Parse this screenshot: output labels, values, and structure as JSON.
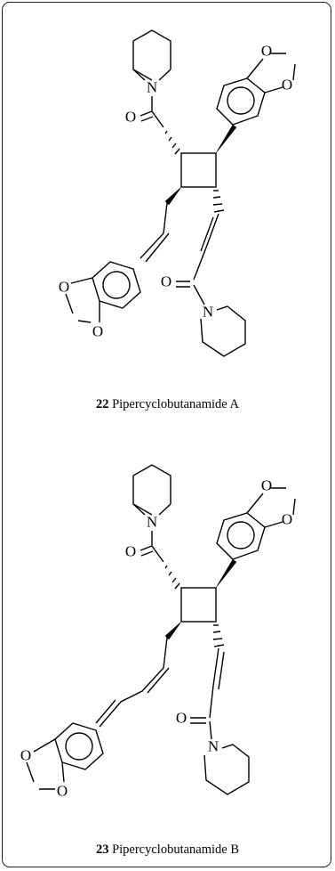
{
  "compounds": [
    {
      "number": "22",
      "name": "Pipercyclobutanamide A",
      "atom_labels": {
        "n_top": "N",
        "o_top": "O",
        "o_diox1": "O",
        "o_diox2": "O",
        "o_bottom": "O",
        "n_bottom": "N",
        "o_diox3": "O",
        "o_diox4": "O"
      }
    },
    {
      "number": "23",
      "name": "Pipercyclobutanamide B",
      "atom_labels": {
        "n_top": "N",
        "o_top": "O",
        "o_diox1": "O",
        "o_diox2": "O",
        "o_bottom": "O",
        "n_bottom": "N",
        "o_diox3": "O",
        "o_diox4": "O"
      }
    }
  ]
}
